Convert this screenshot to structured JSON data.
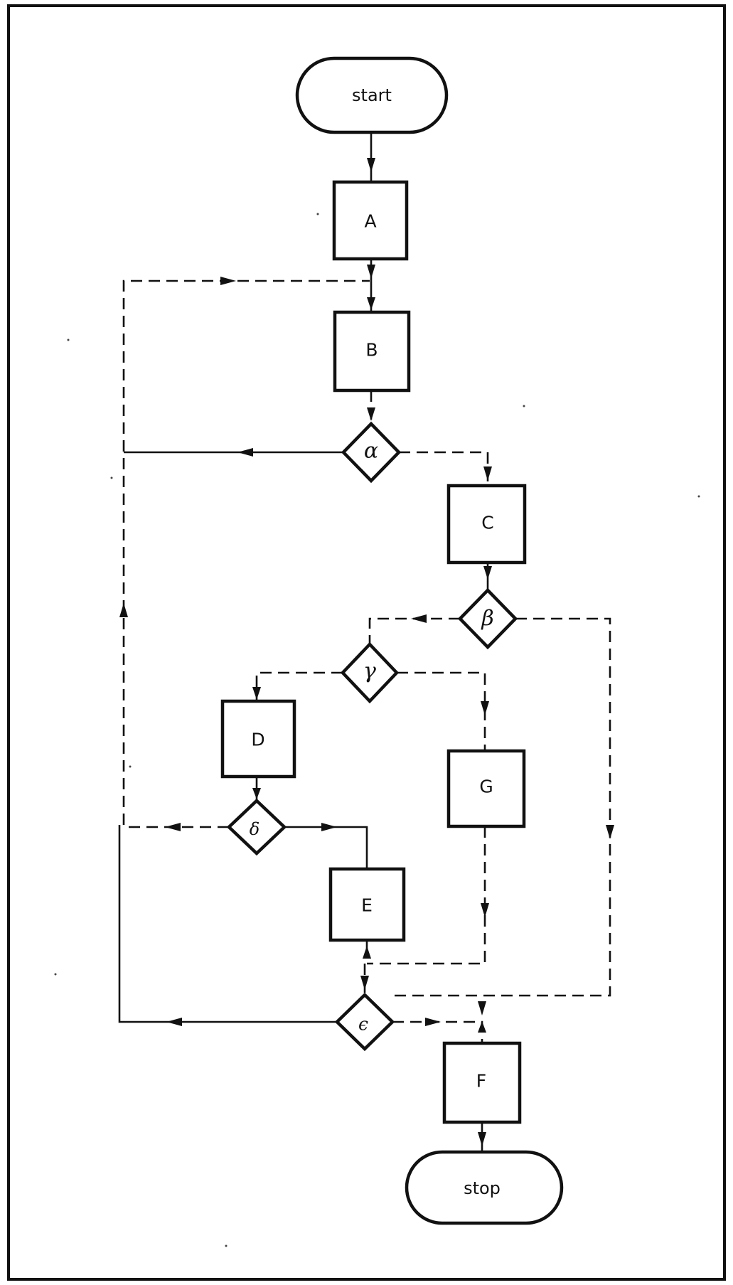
{
  "flowchart": {
    "terminals": {
      "start": "start",
      "stop": "stop"
    },
    "processes": {
      "A": "A",
      "B": "B",
      "C": "C",
      "D": "D",
      "E": "E",
      "F": "F",
      "G": "G"
    },
    "decisions": {
      "alpha": "α",
      "beta": "β",
      "gamma": "γ",
      "delta": "δ",
      "epsilon": "ϵ"
    }
  }
}
